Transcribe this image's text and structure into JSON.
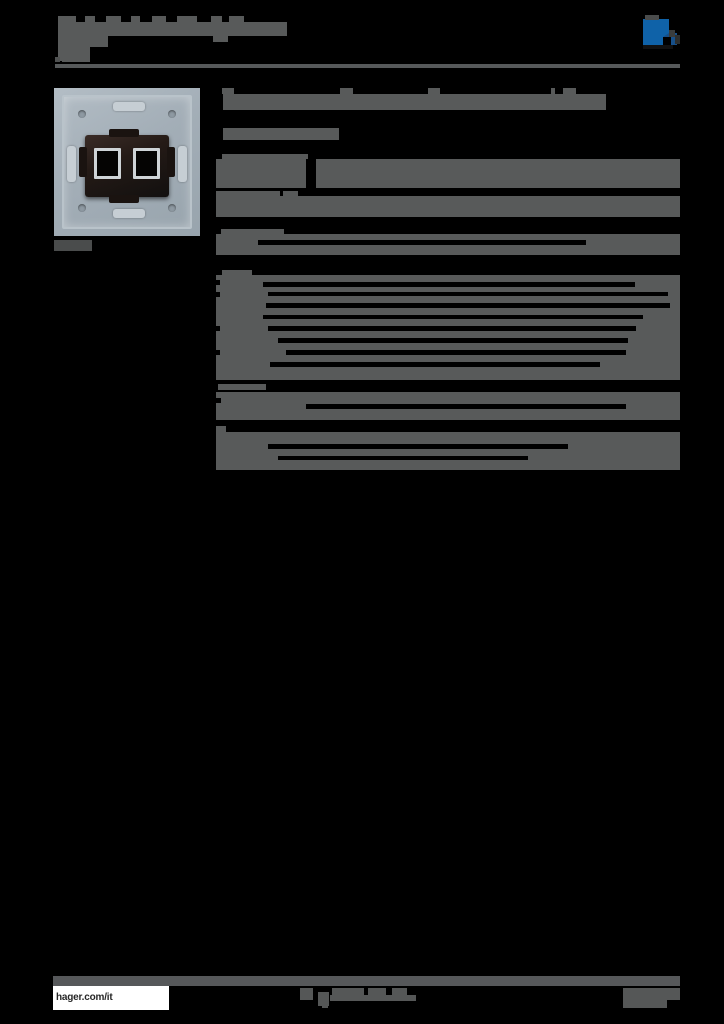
{
  "document": {
    "kind": "product-datasheet",
    "brand": "hager",
    "redacted": true,
    "colors": {
      "page_background": "#000000",
      "redaction_gray": "#585a5a",
      "rule_gray": "#56595a",
      "brand_blue": "#0f62a8",
      "brand_blue_dark": "#1b3a5c",
      "image_background": "#a8b4bc",
      "socket_dark": "#1a1310",
      "footer_url_background": "#ffffff"
    }
  },
  "header": {
    "title_line_1": "",
    "title_line_2": "",
    "subtitle": "",
    "rule_present": true,
    "logo": {
      "name": "hager-logo",
      "alt": "hager"
    }
  },
  "product": {
    "figure": {
      "name": "product-photo",
      "alt": "double modular socket insert with mounting frame",
      "caption": ""
    }
  },
  "main": {
    "heading": "",
    "subheading": "",
    "rows": [
      {
        "label": "",
        "value": ""
      },
      {
        "label": "",
        "value": ""
      },
      {
        "label": "",
        "value": ""
      },
      {
        "label": "",
        "value": ""
      },
      {
        "label": "",
        "value": ""
      },
      {
        "label": "",
        "value": ""
      },
      {
        "label": "",
        "value": ""
      },
      {
        "label": "",
        "value": ""
      },
      {
        "label": "",
        "value": ""
      },
      {
        "label": "",
        "value": ""
      },
      {
        "label": "",
        "value": ""
      },
      {
        "label": "",
        "value": ""
      },
      {
        "label": "",
        "value": ""
      }
    ]
  },
  "footer": {
    "url": "hager.com/it",
    "center_note": "",
    "page_number": ""
  }
}
